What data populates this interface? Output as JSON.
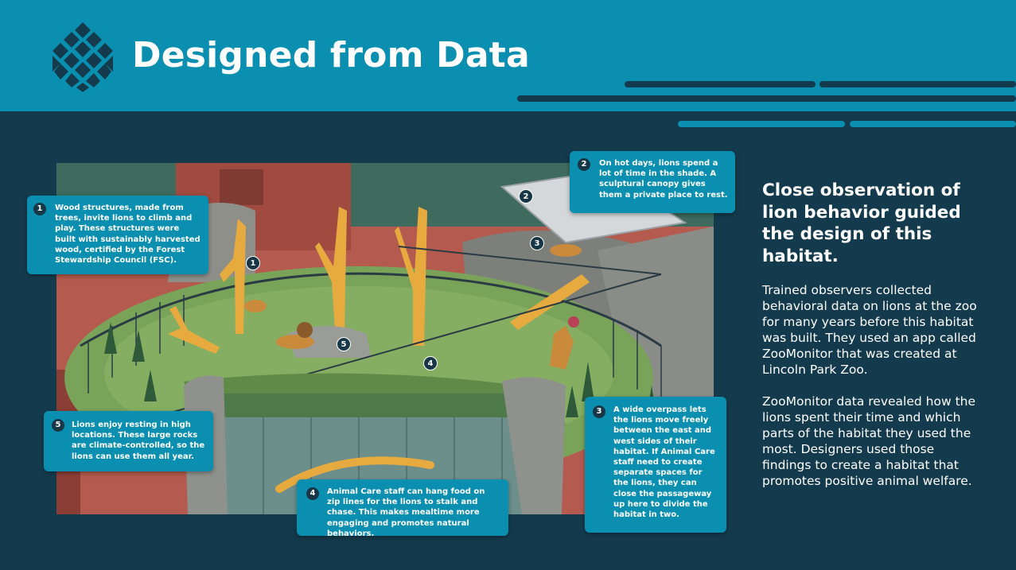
{
  "header": {
    "title": "Designed from Data",
    "colors": {
      "band": "#0b8fb0",
      "page": "#143b4d",
      "logo": "#143b4d"
    }
  },
  "callouts": [
    {
      "number": "1",
      "text": "Wood structures, made from trees, invite lions to climb and play. These structures were built with sustainably harvested wood, certified by the Forest Stewardship Council (FSC)."
    },
    {
      "number": "2",
      "text": "On hot days, lions spend a lot of time in the shade. A sculptural canopy gives them a private place to rest."
    },
    {
      "number": "3",
      "text": "A wide overpass lets the lions move freely between the east and west sides of their habitat. If Animal Care staff need to create separate spaces for the lions, they can close the passageway up here to divide the habitat in two."
    },
    {
      "number": "4",
      "text": "Animal Care staff can hang food on zip lines for the lions to stalk and chase. This makes mealtime more engaging and promotes natural behaviors."
    },
    {
      "number": "5",
      "text": "Lions enjoy resting in high locations. These large rocks are climate-controlled, so the lions can use them all year."
    }
  ],
  "markers": [
    "1",
    "2",
    "3",
    "4",
    "5"
  ],
  "side": {
    "heading": "Close observation of lion behavior guided the design of this habitat.",
    "paragraphs": [
      "Trained observers collected behavioral data on lions at the zoo for many years before this habitat was built. They used an app called ZooMonitor that was created at Lincoln Park Zoo.",
      "ZooMonitor data revealed how the lions spent their time and which parts of the habitat they used the most. Designers used those findings to create a habitat that promotes positive animal welfare."
    ]
  }
}
